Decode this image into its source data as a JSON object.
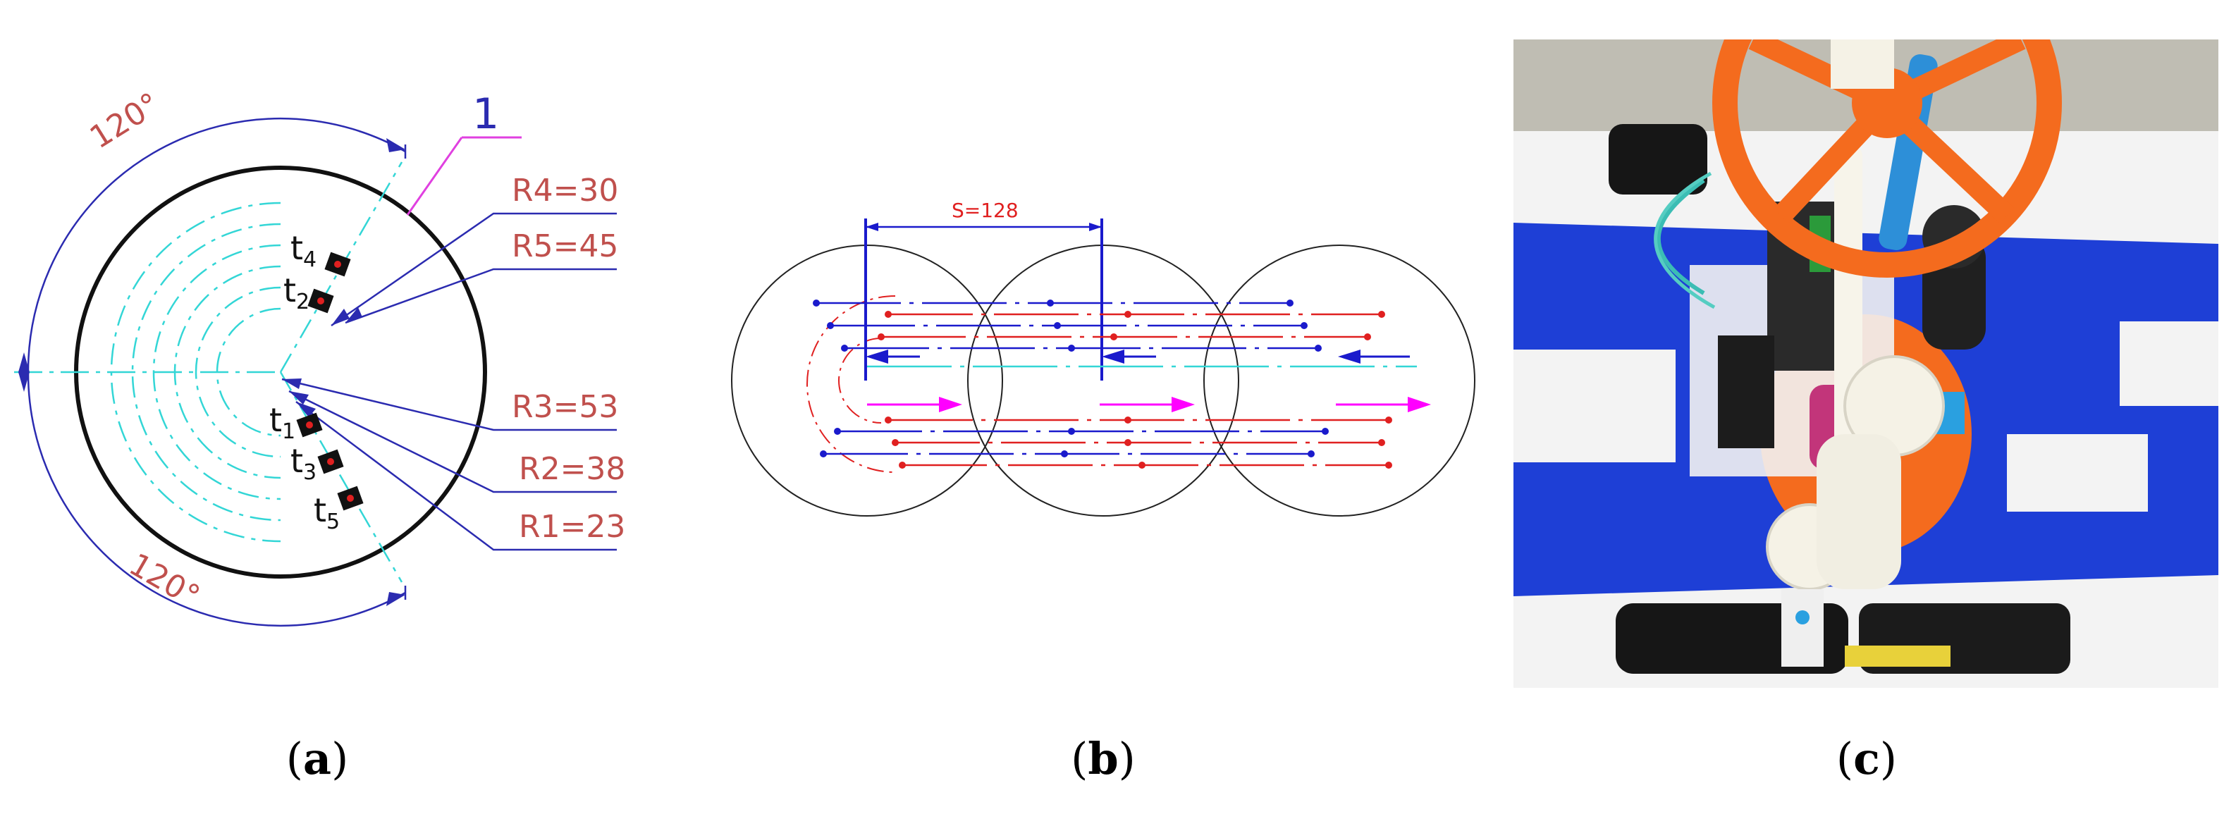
{
  "panel_a": {
    "labels": {
      "part_number": "1",
      "angle_top": "120°",
      "angle_bottom": "120°",
      "r4": "R4=30",
      "r5": "R5=45",
      "r3": "R3=53",
      "r2": "R2=38",
      "r1": "R1=23"
    },
    "sensors": [
      {
        "base": "t",
        "sub": "4"
      },
      {
        "base": "t",
        "sub": "2"
      },
      {
        "base": "t",
        "sub": "1"
      },
      {
        "base": "t",
        "sub": "3"
      },
      {
        "base": "t",
        "sub": "5"
      }
    ],
    "colors": {
      "circle": "#000000",
      "dim": "#2b2bb0",
      "label": "#c0504d",
      "aux": "#33d6d6",
      "leader": "#e040e0"
    }
  },
  "panel_b": {
    "labels": {
      "step": "S=128"
    },
    "colors": {
      "red": "#e02020",
      "blue": "#1a1acc",
      "cyan": "#33d6d6",
      "magenta": "#ff00ff"
    }
  },
  "panel_c": {
    "description_icon": "robot-photo"
  },
  "captions": {
    "a": "a",
    "b": "b",
    "c": "c"
  }
}
